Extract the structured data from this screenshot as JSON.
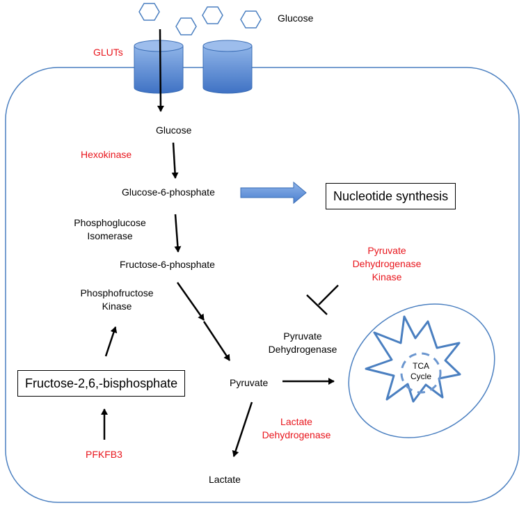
{
  "glucose_outside": "Glucose",
  "transporter": "GLUTs",
  "metabolites": {
    "glucose": "Glucose",
    "g6p": "Glucose-6-phosphate",
    "f6p": "Fructose-6-phosphate",
    "pyruvate": "Pyruvate",
    "lactate": "Lactate",
    "f26bp": "Fructose-2,6,-bisphosphate"
  },
  "enzymes": {
    "hexokinase": "Hexokinase",
    "pgi_line1": "Phosphoglucose",
    "pgi_line2": "Isomerase",
    "pfk_line1": "Phosphofructose",
    "pfk_line2": "Kinase",
    "pdk_line1": "Pyruvate",
    "pdk_line2": "Dehydrogenase",
    "pdk_line3": "Kinase",
    "pdh_line1": "Pyruvate",
    "pdh_line2": "Dehydrogenase",
    "ldh_line1": "Lactate",
    "ldh_line2": "Dehydrogenase",
    "pfkfb3": "PFKFB3"
  },
  "nucleotide_synthesis": "Nucleotide synthesis",
  "tca_line1": "TCA",
  "tca_line2": "Cycle",
  "colors": {
    "enzyme_red": "#e8141b",
    "membrane_blue": "#4a7fc0",
    "channel_blue": "#5b8fd6"
  },
  "icons": [
    "hexagon-glucose-icon",
    "glut-channel-icon",
    "mitochondrion-icon",
    "inhibition-bar-icon"
  ]
}
